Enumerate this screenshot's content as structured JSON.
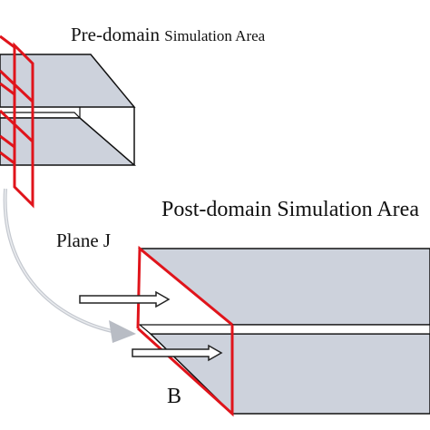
{
  "labels": {
    "pre_domain_main": "Pre-domain ",
    "pre_domain_small": "Simulation Area",
    "post_domain": "Post-domain Simulation Area",
    "plane_j": "Plane J",
    "point_b": "B"
  },
  "colors": {
    "plane_outline": "#e0141b",
    "box_fill": "#cdd2dc",
    "box_edge": "#111111",
    "transfer_arrow": "#c4c8cf",
    "flow_arrow": "#222222"
  }
}
